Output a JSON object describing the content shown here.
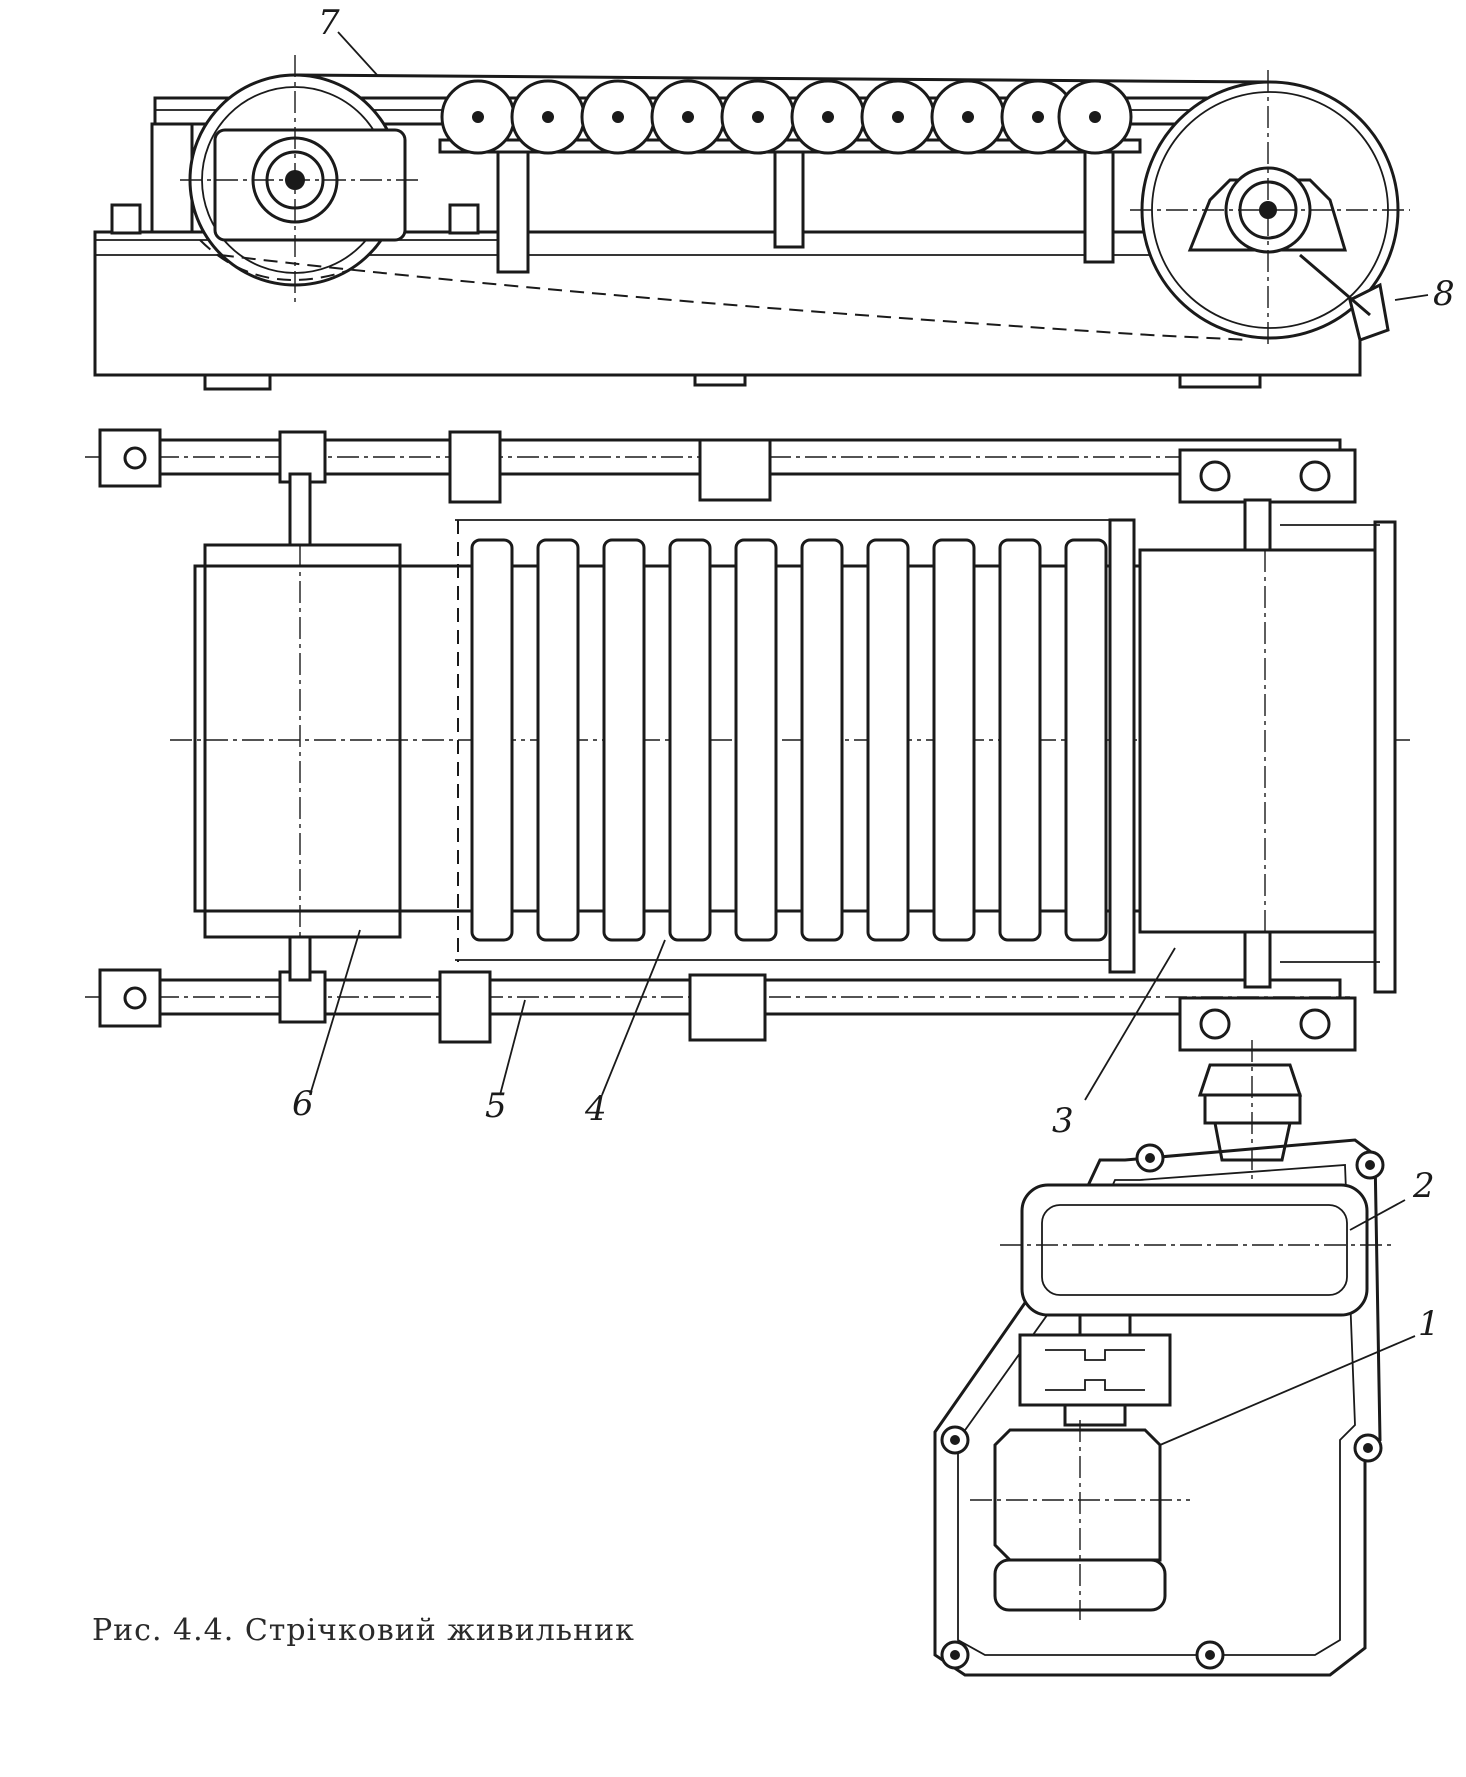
{
  "caption": "Рис. 4.4. Стрічковий живильник",
  "labels": {
    "l1": "1",
    "l2": "2",
    "l3": "3",
    "l4": "4",
    "l5": "5",
    "l6": "6",
    "l7": "7",
    "l8": "8"
  }
}
